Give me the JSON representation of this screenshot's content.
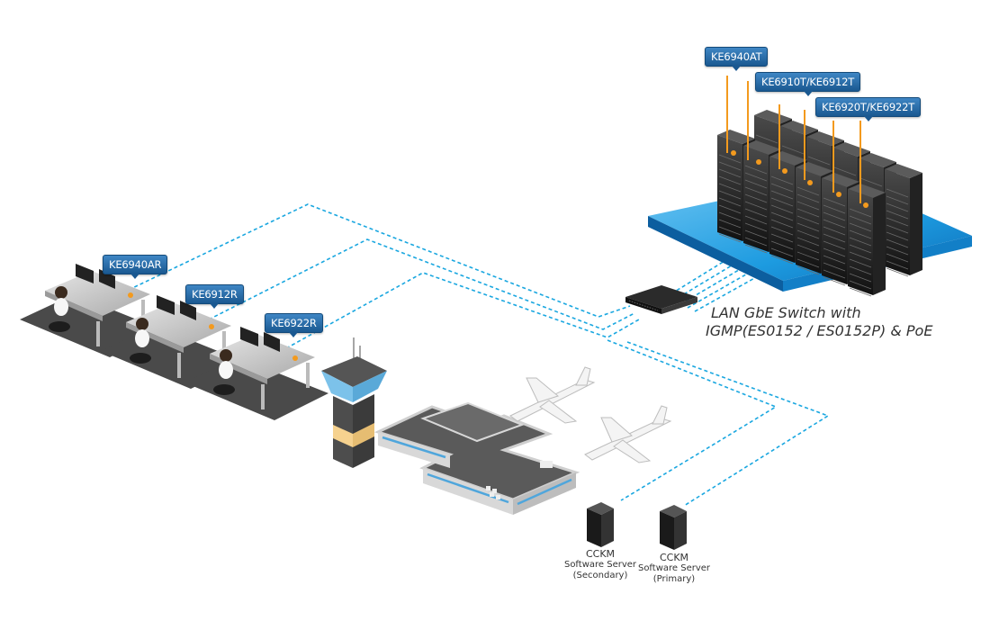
{
  "diagram": {
    "title": "KVM over IP matrix deployment for airport control",
    "rack_callouts": [
      {
        "label": "KE6940AT"
      },
      {
        "label": "KE6910T/KE6912T"
      },
      {
        "label": "KE6920T/KE6922T"
      }
    ],
    "workstation_callouts": [
      {
        "label": "KE6940AR"
      },
      {
        "label": "KE6912R"
      },
      {
        "label": "KE6922R"
      }
    ],
    "switch": {
      "line1": "LAN GbE Switch with",
      "line2": "IGMP(ES0152 / ES0152P) & PoE"
    },
    "servers": [
      {
        "line1": "CCKM",
        "line2": "Software Server",
        "line3": "(Secondary)"
      },
      {
        "line1": "CCKM",
        "line2": "Software Server",
        "line3": "(Primary)"
      }
    ],
    "colors": {
      "link": "#1aa7e0",
      "accent_orange": "#f39a1e",
      "callout_blue": "#1a5890",
      "platform_blue": "#1b8ed6"
    }
  }
}
